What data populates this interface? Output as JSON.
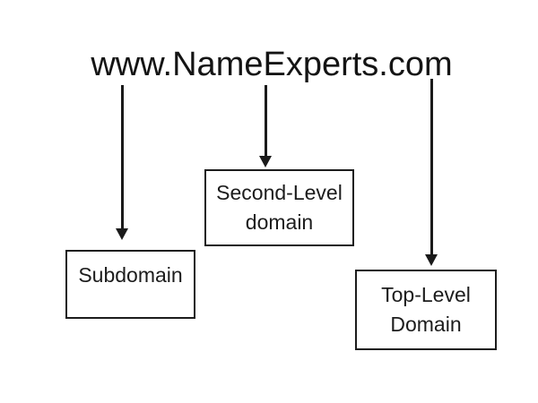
{
  "diagram": {
    "title": "www.NameExperts.com",
    "boxes": [
      {
        "id": "subdomain",
        "lines": [
          "Subdomain"
        ]
      },
      {
        "id": "second-level-domain",
        "lines": [
          "Second-Level",
          "domain"
        ]
      },
      {
        "id": "top-level-domain",
        "lines": [
          "Top-Level",
          "Domain"
        ]
      }
    ],
    "arrows": [
      {
        "from": "title",
        "to": "subdomain"
      },
      {
        "from": "title",
        "to": "second-level-domain"
      },
      {
        "from": "title",
        "to": "top-level-domain"
      }
    ],
    "colors": {
      "line": "#1a1a1a",
      "text": "#1a1a1a",
      "background": "#ffffff"
    }
  }
}
